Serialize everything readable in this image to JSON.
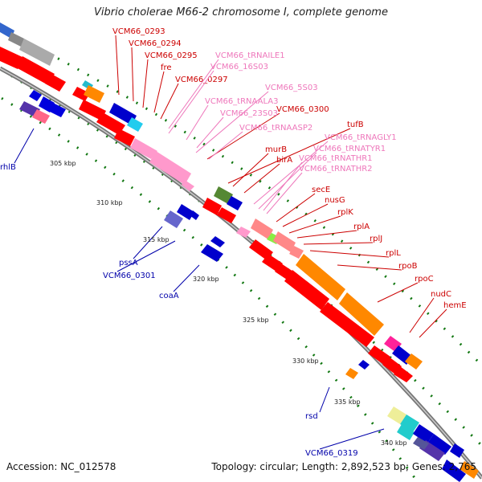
{
  "title": "Vibrio cholerae M66-2 chromosome I, complete genome",
  "footer": {
    "accession": "Accession: NC_012578",
    "summary": "Topology: circular; Length: 2,892,523 bp; Genes: 2,765"
  },
  "colors": {
    "cds": "#ff0000",
    "trna": "#ff88cc",
    "rrna": "#ff99cc",
    "reverse_strand_label": "#0000aa",
    "forward_strand_label": "#cc0000",
    "rna_label": "#ee77bb",
    "backbone": "#888888",
    "tick_dots": "#117711"
  },
  "kbp_markers": [
    "305 kbp",
    "310 kbp",
    "315 kbp",
    "320 kbp",
    "325 kbp",
    "330 kbp",
    "335 kbp",
    "340 kbp"
  ],
  "forward_labels": [
    {
      "text": "VCM66_0293",
      "color": "#cc0000"
    },
    {
      "text": "VCM66_0294",
      "color": "#cc0000"
    },
    {
      "text": "VCM66_0295",
      "color": "#cc0000"
    },
    {
      "text": "fre",
      "color": "#cc0000"
    },
    {
      "text": "VCM66_0297",
      "color": "#cc0000"
    },
    {
      "text": "VCM66_tRNAILE1",
      "color": "#ee77bb"
    },
    {
      "text": "VCM66_16S03",
      "color": "#ee77bb"
    },
    {
      "text": "VCM66_5S03",
      "color": "#ee77bb"
    },
    {
      "text": "VCM66_tRNAALA3",
      "color": "#ee77bb"
    },
    {
      "text": "VCM66_0300",
      "color": "#cc0000"
    },
    {
      "text": "VCM66_23S03",
      "color": "#ee77bb"
    },
    {
      "text": "VCM66_tRNAASP2",
      "color": "#ee77bb"
    },
    {
      "text": "tufB",
      "color": "#cc0000"
    },
    {
      "text": "VCM66_tRNAGLY1",
      "color": "#ee77bb"
    },
    {
      "text": "VCM66_tRNATYR1",
      "color": "#ee77bb"
    },
    {
      "text": "murB",
      "color": "#cc0000"
    },
    {
      "text": "VCM66_tRNATHR1",
      "color": "#ee77bb"
    },
    {
      "text": "birA",
      "color": "#cc0000"
    },
    {
      "text": "VCM66_tRNATHR2",
      "color": "#ee77bb"
    },
    {
      "text": "secE",
      "color": "#cc0000"
    },
    {
      "text": "nusG",
      "color": "#cc0000"
    },
    {
      "text": "rplK",
      "color": "#cc0000"
    },
    {
      "text": "rplA",
      "color": "#cc0000"
    },
    {
      "text": "rplJ",
      "color": "#cc0000"
    },
    {
      "text": "rplL",
      "color": "#cc0000"
    },
    {
      "text": "rpoB",
      "color": "#cc0000"
    },
    {
      "text": "rpoC",
      "color": "#cc0000"
    },
    {
      "text": "nudC",
      "color": "#cc0000"
    },
    {
      "text": "hemE",
      "color": "#cc0000"
    }
  ],
  "reverse_labels": [
    {
      "text": "rhlB"
    },
    {
      "text": "pssA"
    },
    {
      "text": "VCM66_0301"
    },
    {
      "text": "coaA"
    },
    {
      "text": "rsd"
    },
    {
      "text": "VCM66_0319"
    }
  ]
}
